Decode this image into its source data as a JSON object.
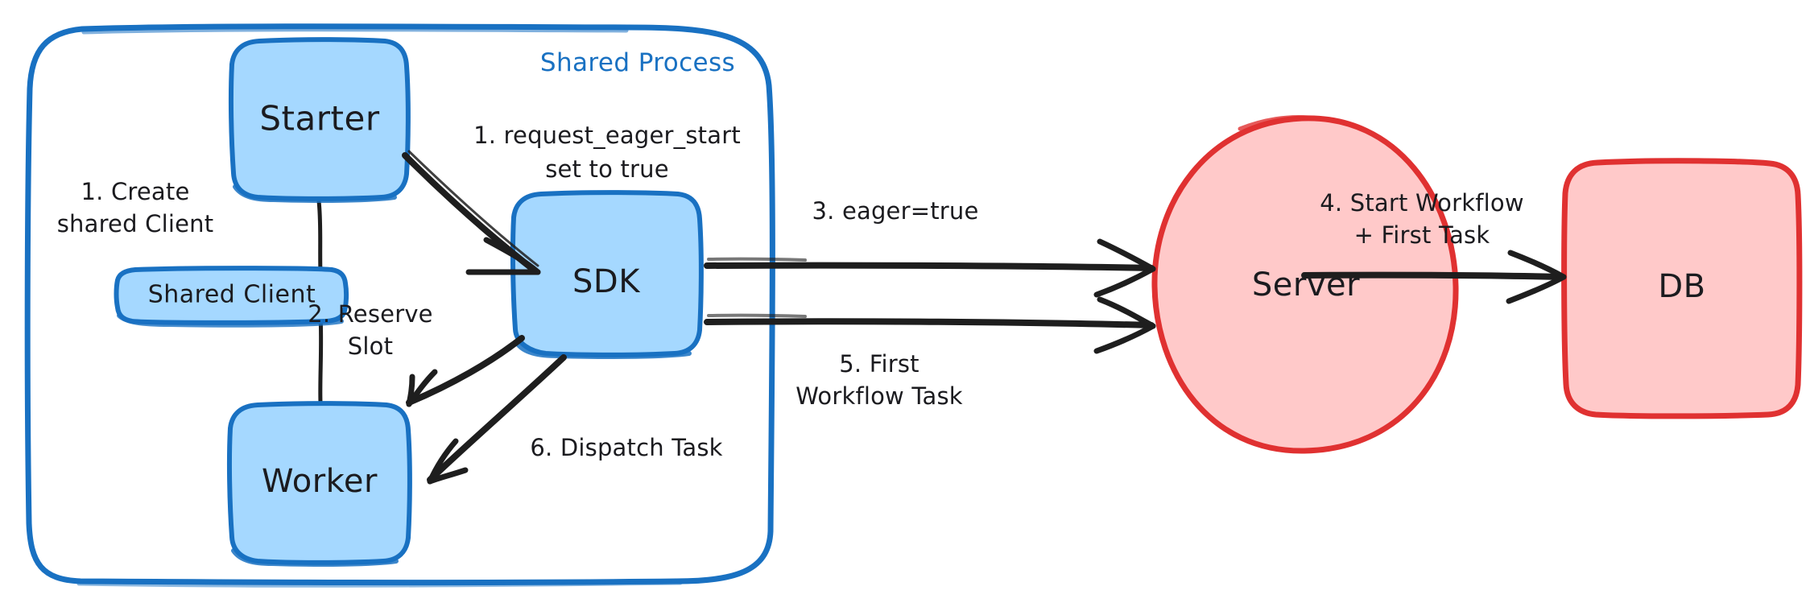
{
  "diagram": {
    "title": "Eager Workflow Start sequence",
    "background": "#ffffff",
    "colors": {
      "blue_stroke": "#1971c2",
      "blue_fill": "#a5d8ff",
      "red_stroke": "#e03131",
      "red_fill": "#ffc9c9",
      "arrow": "#1e1e1e",
      "text": "#1b1b1f"
    }
  },
  "frame": {
    "label": "Shared Process",
    "stroke": "#1971c2"
  },
  "nodes": {
    "starter": {
      "label": "Starter",
      "shape": "rounded-rect",
      "fill": "#a5d8ff",
      "stroke": "#1971c2"
    },
    "shared_client": {
      "label": "Shared Client",
      "shape": "rounded-rect",
      "fill": "#a5d8ff",
      "stroke": "#1971c2"
    },
    "worker": {
      "label": "Worker",
      "shape": "rounded-rect",
      "fill": "#a5d8ff",
      "stroke": "#1971c2"
    },
    "sdk": {
      "label": "SDK",
      "shape": "rounded-rect",
      "fill": "#a5d8ff",
      "stroke": "#1971c2"
    },
    "server": {
      "label": "Server",
      "shape": "ellipse",
      "fill": "#ffc9c9",
      "stroke": "#e03131"
    },
    "db": {
      "label": "DB",
      "shape": "rounded-rect",
      "fill": "#ffc9c9",
      "stroke": "#e03131"
    }
  },
  "edges": [
    {
      "id": "create-shared-client",
      "from": "starter",
      "to": "worker",
      "label_line1": "1. Create",
      "label_line2": "shared Client",
      "arrowhead": false
    },
    {
      "id": "request-eager-start",
      "from": "starter",
      "to": "sdk",
      "label_line1": "1. request_eager_start",
      "label_line2": "set to true",
      "arrowhead": true
    },
    {
      "id": "reserve-slot",
      "from": "sdk",
      "to": "worker",
      "label_line1": "2. Reserve",
      "label_line2": "Slot",
      "arrowhead": true
    },
    {
      "id": "eager-true",
      "from": "sdk",
      "to": "server",
      "label_line1": "3. eager=true",
      "label_line2": "",
      "arrowhead": true
    },
    {
      "id": "start-workflow",
      "from": "server",
      "to": "db",
      "label_line1": "4. Start Workflow",
      "label_line2": "+ First Task",
      "arrowhead": true
    },
    {
      "id": "first-workflow-task",
      "from": "sdk",
      "to": "server",
      "label_line1": "5. First",
      "label_line2": "Workflow Task",
      "arrowhead": true
    },
    {
      "id": "dispatch-task",
      "from": "sdk",
      "to": "worker",
      "label_line1": "6. Dispatch Task",
      "label_line2": "",
      "arrowhead": true
    }
  ]
}
